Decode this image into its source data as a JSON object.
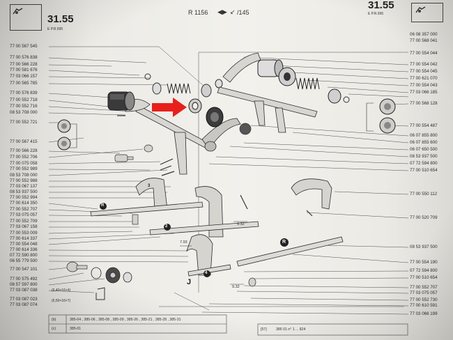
{
  "header": {
    "left_page": "31.55",
    "left_sub": "E      P.R.995",
    "right_page": "31.55",
    "right_sub": "E      P.R.995",
    "reference": "R 1156",
    "ratio": "/145"
  },
  "left_parts": [
    "77 00 567 545",
    "77 00 576 838",
    "77 00 566 228",
    "77 00 581 676",
    "77 03 066 157",
    "77 00 565 785",
    "77 00 576 839",
    "77 00 552 718",
    "77 00 552 716",
    "08 53 708 000",
    "77 00 552 721",
    "77 00 567 415",
    "77 00 566 228",
    "77 00 552 706",
    "77 00 075 058",
    "77 00 552 989",
    "08 53 708 000",
    "77 00 552 988",
    "77 03 067 137",
    "08 53 937 500",
    "77 00 552 994",
    "77 00 614 350",
    "77 00 552 707",
    "77 03 075 057",
    "77 00 552 709",
    "77 03 067 158",
    "77 00 553 009",
    "77 00 614 337",
    "77 00 554 048",
    "77 00 614 336",
    "07 72 590 800",
    "06 55 779 500",
    "77 00 547 101",
    "77 00 575 492",
    "08 57 597 800",
    "77 03 087 038",
    "77 03 087 023",
    "77 03 087 074"
  ],
  "right_parts": [
    "06 08 357 000",
    "77 00 568 041",
    "77 00 554 044",
    "77 00 554 042",
    "77 00 554 045",
    "77 00 621 070",
    "77 00 554 043",
    "77 03 066 185",
    "77 00 568 128",
    "77 00 554 487",
    "06 07 855 800",
    "06 07 855 600",
    "06 07 650 500",
    "08 53 937 500",
    "07 72 594 800",
    "77 00 510 654",
    "77 00 550 112",
    "77 00 520 709",
    "08 53 937 500",
    "77 00 554 190",
    "07 72 594 800",
    "77 00 510 654",
    "77 00 552 707",
    "77 03 075 057",
    "77 00 552 730",
    "77 00 610 591",
    "77 03 066 199"
  ],
  "callouts": {
    "shaft_r": "R",
    "shaft_2": "2",
    "fork_4": "4",
    "fork_3": "3",
    "fork_j": "J",
    "dim_793": "7.93",
    "dim_932a": "9.32",
    "dim_932b": "9.32",
    "spring_a": "(6,40×16×4)",
    "spring_b": "(6,50×16×7)"
  },
  "footer": {
    "row1_code": "(b)",
    "row1_text": "385-04 , 385-06 , 385-08 , 385-09 , 385-26 , 385-21 , 385-28 , 385-31",
    "row2_code": "(c)",
    "row2_text": "385-01",
    "right_code": "[57]",
    "right_text": "385 01 n° 1  ...  824"
  },
  "colors": {
    "paper": "#f0efea",
    "ink": "#2d2d33",
    "arrow": "#e8201c"
  }
}
